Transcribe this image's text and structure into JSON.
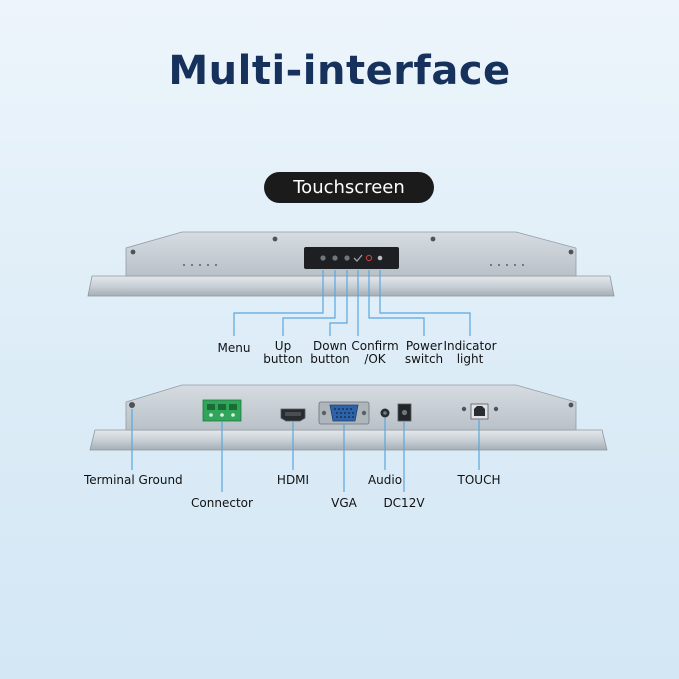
{
  "title": "Multi-interface",
  "badge": "Touchscreen",
  "top_panel": {
    "labels": [
      {
        "line1": "Menu",
        "line2": ""
      },
      {
        "line1": "Up",
        "line2": "button"
      },
      {
        "line1": "Down",
        "line2": "button"
      },
      {
        "line1": "Confirm",
        "line2": "/OK"
      },
      {
        "line1": "Power",
        "line2": "switch"
      },
      {
        "line1": "Indicator",
        "line2": "light"
      }
    ]
  },
  "bottom_panel": {
    "labels": {
      "terminal_ground": "Terminal Ground",
      "connector": "Connector",
      "hdmi": "HDMI",
      "vga": "VGA",
      "audio": "Audio",
      "dc12v": "DC12V",
      "touch": "TOUCH"
    }
  },
  "colors": {
    "title": "#15315c",
    "badge_bg": "#1b1b1b",
    "leader_line": "#5aa7de",
    "panel_body": "#c5ccd2",
    "connector_green": "#2fa65a"
  },
  "icons": [
    "chevron-up-icon",
    "chevron-down-icon",
    "checkmark-icon",
    "power-icon",
    "indicator-dot-icon"
  ]
}
